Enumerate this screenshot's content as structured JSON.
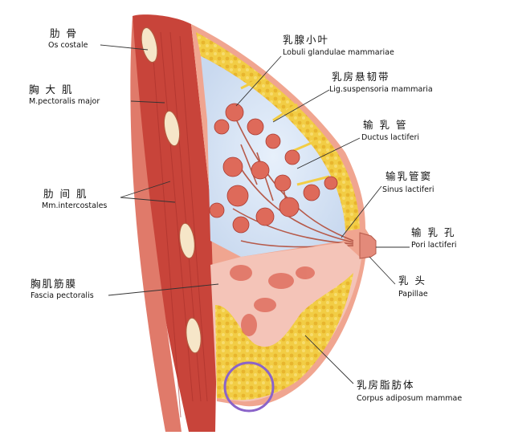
{
  "labels": {
    "os_costale": {
      "zh": "肋 骨",
      "en": "Os costale"
    },
    "pectoralis": {
      "zh": "胸 大 肌",
      "en": "M.pectoralis major"
    },
    "intercostales": {
      "zh": "肋 间 肌",
      "en": "Mm.intercostales"
    },
    "fascia": {
      "zh": "胸肌筋膜",
      "en": "Fascia pectoralis"
    },
    "lobuli": {
      "zh": "乳腺小叶",
      "en": "Lobuli glandulae mammariae"
    },
    "lig": {
      "zh": "乳房悬韧带",
      "en": "Lig.suspensoria mammaria"
    },
    "ductus": {
      "zh": "输 乳 管",
      "en": "Ductus lactiferi"
    },
    "sinus": {
      "zh": "输乳管窦",
      "en": "Sinus lactiferi"
    },
    "pori": {
      "zh": "输 乳 孔",
      "en": "Pori lactiferi"
    },
    "papillae": {
      "zh": "乳  头",
      "en": "Papillae"
    },
    "corpus": {
      "zh": "乳房脂肪体",
      "en": "Corpus adiposum mammae"
    }
  },
  "colors": {
    "muscle": "#c8443a",
    "muscle_light": "#e07a6a",
    "skin": "#f0a590",
    "fat": "#f2d04a",
    "fat_dark": "#d9a826",
    "gland": "#f4c4b8",
    "lobule": "#de6a5a",
    "rib": "#f6e6c8",
    "circle": "#8a63c9"
  }
}
